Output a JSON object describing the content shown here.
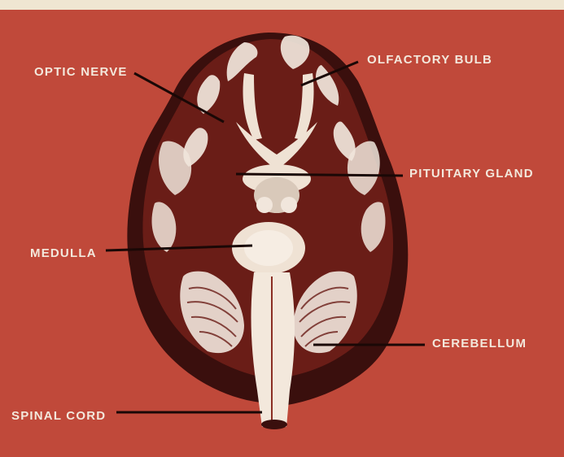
{
  "colors": {
    "background": "#c0493a",
    "brain_shadow": "#3a0f0d",
    "brain_dark": "#5a1814",
    "brain_mid": "#8a2e24",
    "highlight": "#f1e6dc",
    "label_text": "#f3e8dc",
    "leader_line": "#1a0806"
  },
  "labels": {
    "optic_nerve": "OPTIC NERVE",
    "olfactory_bulb": "OLFACTORY BULB",
    "pituitary_gland": "PITUITARY GLAND",
    "medulla": "MEDULLA",
    "cerebellum": "CEREBELLUM",
    "spinal_cord": "SPINAL CORD"
  }
}
